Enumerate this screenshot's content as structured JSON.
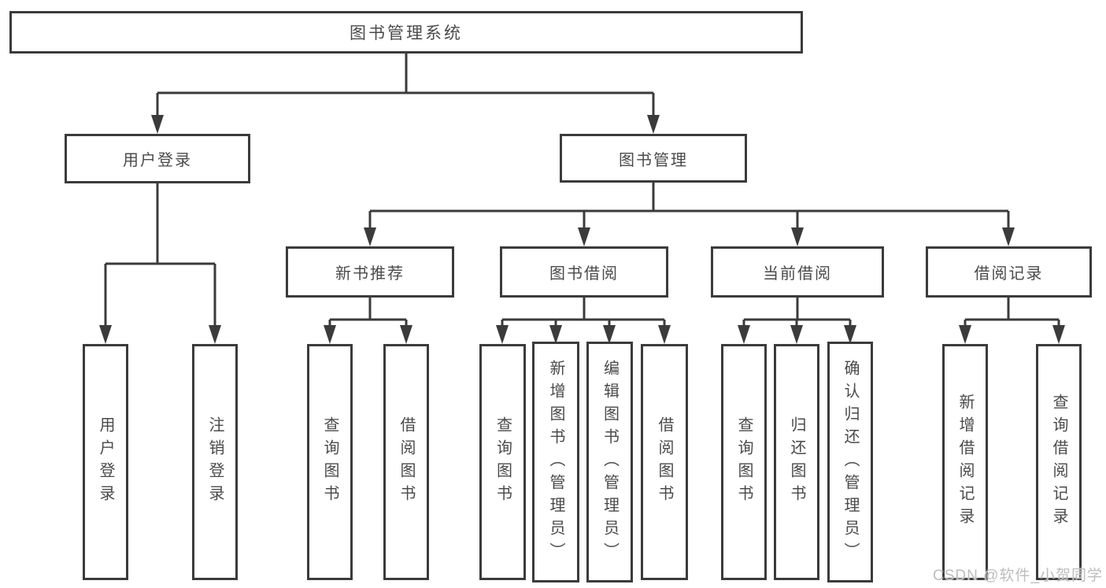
{
  "diagram": {
    "type": "hierarchy-flowchart",
    "title": "图书管理系统"
  },
  "nodes": {
    "root": {
      "label": "图书管理系统"
    },
    "login": {
      "label": "用户登录"
    },
    "book_mgmt": {
      "label": "图书管理"
    },
    "new_book_rec": {
      "label": "新书推荐"
    },
    "book_borrow": {
      "label": "图书借阅"
    },
    "current_borrow": {
      "label": "当前借阅"
    },
    "borrow_records": {
      "label": "借阅记录"
    },
    "user_login_leaf": {
      "label": "用户登录"
    },
    "logout_leaf": {
      "label": "注销登录"
    },
    "query_books_rec": {
      "label": "查询图书"
    },
    "borrow_books_rec": {
      "label": "借阅图书"
    },
    "query_books_borrow": {
      "label": "查询图书"
    },
    "add_book_admin": {
      "label": "新增图书（管理员）"
    },
    "edit_book_admin": {
      "label": "编辑图书（管理员）"
    },
    "borrow_books_borrow": {
      "label": "借阅图书"
    },
    "query_books_current": {
      "label": "查询图书"
    },
    "return_book": {
      "label": "归还图书"
    },
    "confirm_return_admin": {
      "label": "确认归还（管理员）"
    },
    "add_borrow_record": {
      "label": "新增借阅记录"
    },
    "query_borrow_record": {
      "label": "查询借阅记录"
    }
  },
  "edges": [
    {
      "from": "图书管理系统",
      "to": "用户登录"
    },
    {
      "from": "图书管理系统",
      "to": "图书管理"
    },
    {
      "from": "用户登录",
      "to": "用户登录"
    },
    {
      "from": "用户登录",
      "to": "注销登录"
    },
    {
      "from": "图书管理",
      "to": "新书推荐"
    },
    {
      "from": "图书管理",
      "to": "图书借阅"
    },
    {
      "from": "图书管理",
      "to": "当前借阅"
    },
    {
      "from": "图书管理",
      "to": "借阅记录"
    },
    {
      "from": "新书推荐",
      "to": "查询图书"
    },
    {
      "from": "新书推荐",
      "to": "借阅图书"
    },
    {
      "from": "图书借阅",
      "to": "查询图书"
    },
    {
      "from": "图书借阅",
      "to": "新增图书（管理员）"
    },
    {
      "from": "图书借阅",
      "to": "编辑图书（管理员）"
    },
    {
      "from": "图书借阅",
      "to": "借阅图书"
    },
    {
      "from": "当前借阅",
      "to": "查询图书"
    },
    {
      "from": "当前借阅",
      "to": "归还图书"
    },
    {
      "from": "当前借阅",
      "to": "确认归还（管理员）"
    },
    {
      "from": "借阅记录",
      "to": "新增借阅记录"
    },
    {
      "from": "借阅记录",
      "to": "查询借阅记录"
    }
  ],
  "watermark": {
    "text": "CSDN @软件_小贺同学"
  },
  "colors": {
    "line": "#3b3b3b",
    "box_border": "#3b3b3b",
    "text": "#4a4a4a",
    "background": "#ffffff",
    "watermark": "#bdbdbd"
  }
}
